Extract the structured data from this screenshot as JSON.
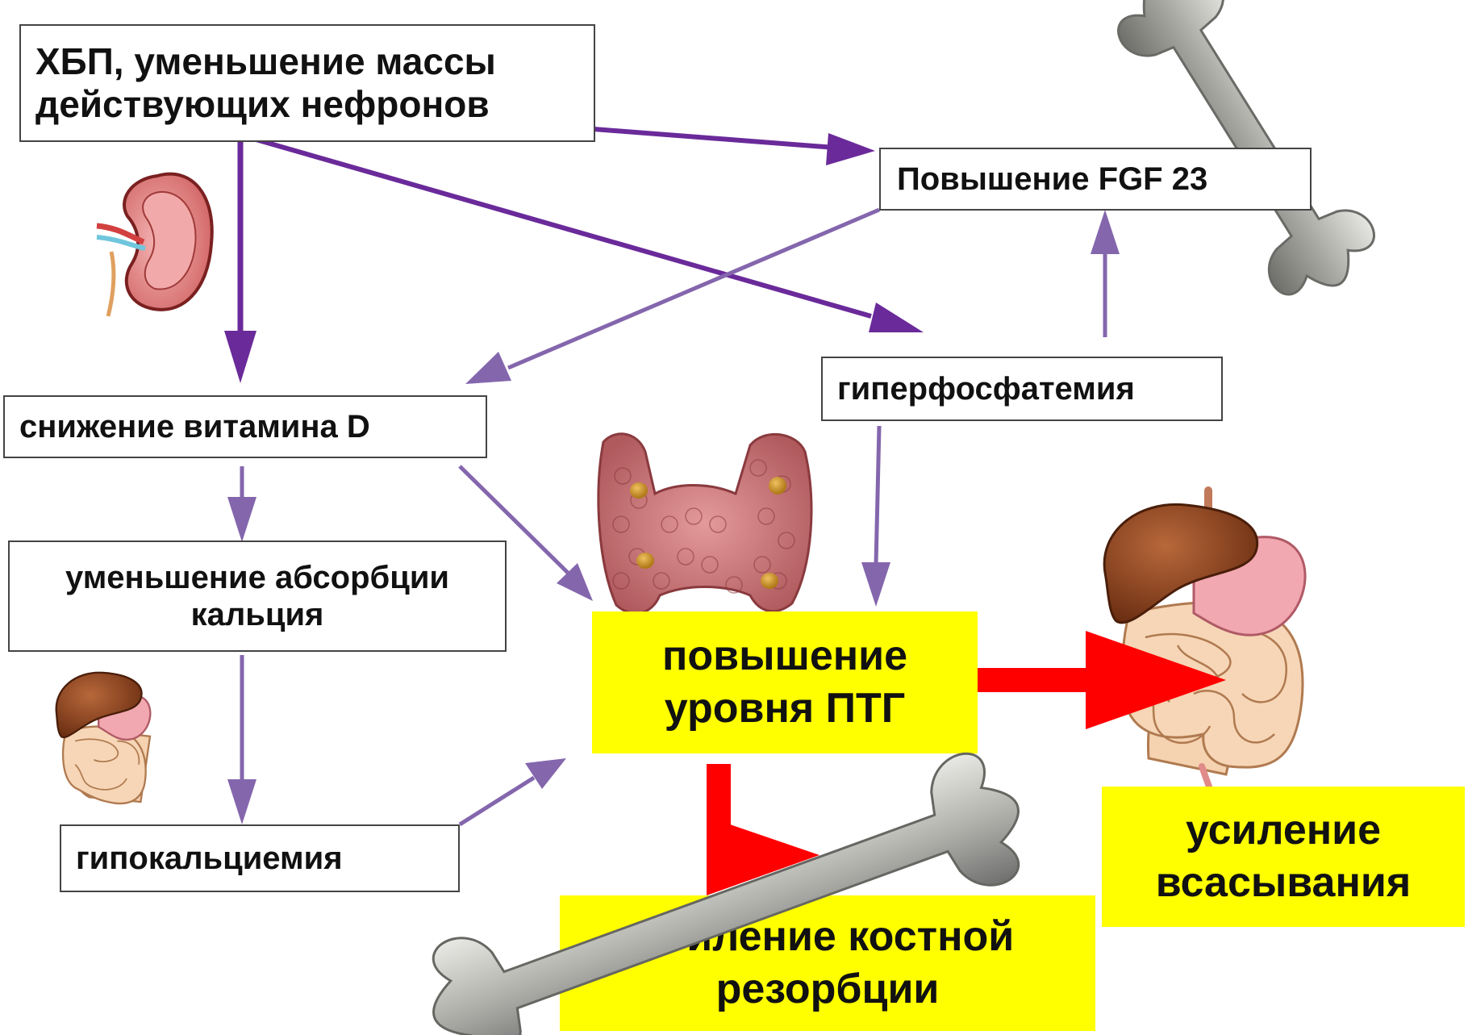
{
  "boxes": {
    "ckd": "ХБП, уменьшение массы действующих нефронов",
    "fgf23": "Повышение FGF 23",
    "vitamin_d": "снижение витамина D",
    "hyperphosphatemia": "гиперфосфатемия",
    "calcium_absorption": "уменьшение абсорбции кальция",
    "hypocalcemia": "гипокальциемия",
    "pth": "повышение уровня  ПТГ",
    "absorption": "усиление всасывания",
    "bone_resorption": "усиление костной резорбции"
  },
  "colors": {
    "arrow_dark": "#6a2a9a",
    "arrow_light": "#8466ad",
    "arrow_red": "#ff0000",
    "highlight": "#ffff00"
  },
  "icons": [
    "kidney-icon",
    "bone-icon",
    "thyroid-icon",
    "digestive-system-icon"
  ]
}
